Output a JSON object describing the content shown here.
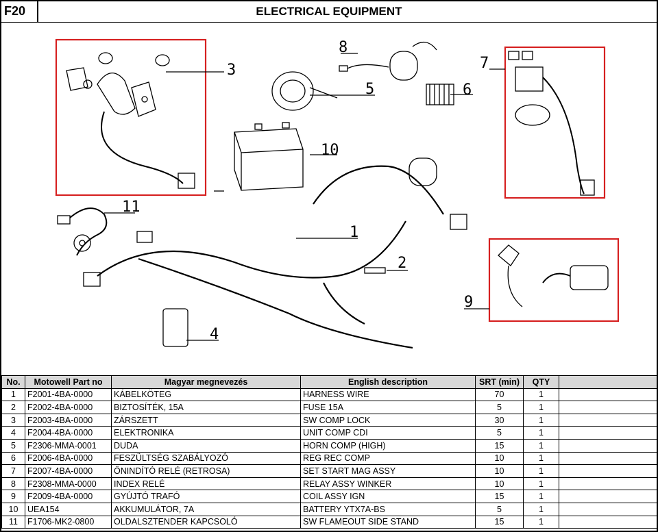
{
  "header": {
    "code": "F20",
    "title": "ELECTRICAL EQUIPMENT"
  },
  "callouts": [
    "1",
    "2",
    "3",
    "4",
    "5",
    "6",
    "7",
    "8",
    "9",
    "10",
    "11"
  ],
  "table": {
    "columns": [
      "No.",
      "Motowell Part no",
      "Magyar megnevezés",
      "English description",
      "SRT (min)",
      "QTY"
    ],
    "rows": [
      [
        "1",
        "F2001-4BA-0000",
        "KÁBELKÖTEG",
        "HARNESS WIRE",
        "70",
        "1"
      ],
      [
        "2",
        "F2002-4BA-0000",
        "BIZTOSÍTÉK, 15A",
        "FUSE 15A",
        "5",
        "1"
      ],
      [
        "3",
        "F2003-4BA-0000",
        "ZÁRSZETT",
        "SW COMP LOCK",
        "30",
        "1"
      ],
      [
        "4",
        "F2004-4BA-0000",
        "ELEKTRONIKA",
        "UNIT COMP CDI",
        "5",
        "1"
      ],
      [
        "5",
        "F2306-MMA-0001",
        "DUDA",
        "HORN COMP (HIGH)",
        "15",
        "1"
      ],
      [
        "6",
        "F2006-4BA-0000",
        "FESZÜLTSÉG SZABÁLYOZÓ",
        "REG REC COMP",
        "10",
        "1"
      ],
      [
        "7",
        "F2007-4BA-0000",
        "ÖNINDÍTÓ RELÉ (RETROSA)",
        "SET START MAG ASSY",
        "10",
        "1"
      ],
      [
        "8",
        "F2308-MMA-0000",
        "INDEX RELÉ",
        "RELAY ASSY WINKER",
        "10",
        "1"
      ],
      [
        "9",
        "F2009-4BA-0000",
        "GYÚJTÓ TRAFÓ",
        "COIL ASSY IGN",
        "15",
        "1"
      ],
      [
        "10",
        "UEA154",
        "AKKUMULÁTOR, 7A",
        "BATTERY YTX7A-BS",
        "5",
        "1"
      ],
      [
        "11",
        "F1706-MK2-0800",
        "OLDALSZTENDER KAPCSOLÓ",
        "SW FLAMEOUT SIDE STAND",
        "15",
        "1"
      ]
    ]
  }
}
